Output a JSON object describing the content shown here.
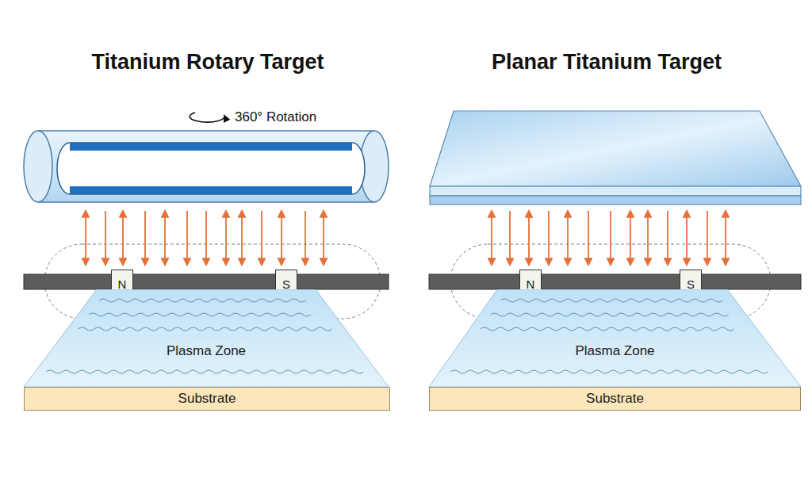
{
  "diagram": {
    "nodes": [
      {
        "text": [
          "N"
        ]
      },
      {
        "text": [
          "S"
        ]
      },
      {
        "text": [
          "Plasma Zone"
        ]
      },
      {
        "text": [
          "Substrate"
        ]
      },
      {
        "text": [
          "N"
        ]
      },
      {
        "text": [
          "S"
        ]
      },
      {
        "text": [
          "Plasma Zone"
        ]
      },
      {
        "text": [
          "Substrate"
        ]
      }
    ],
    "labels": [
      "Titanium Rotary Target",
      "Planar Titanium Target",
      "360° Rotation"
    ]
  }
}
